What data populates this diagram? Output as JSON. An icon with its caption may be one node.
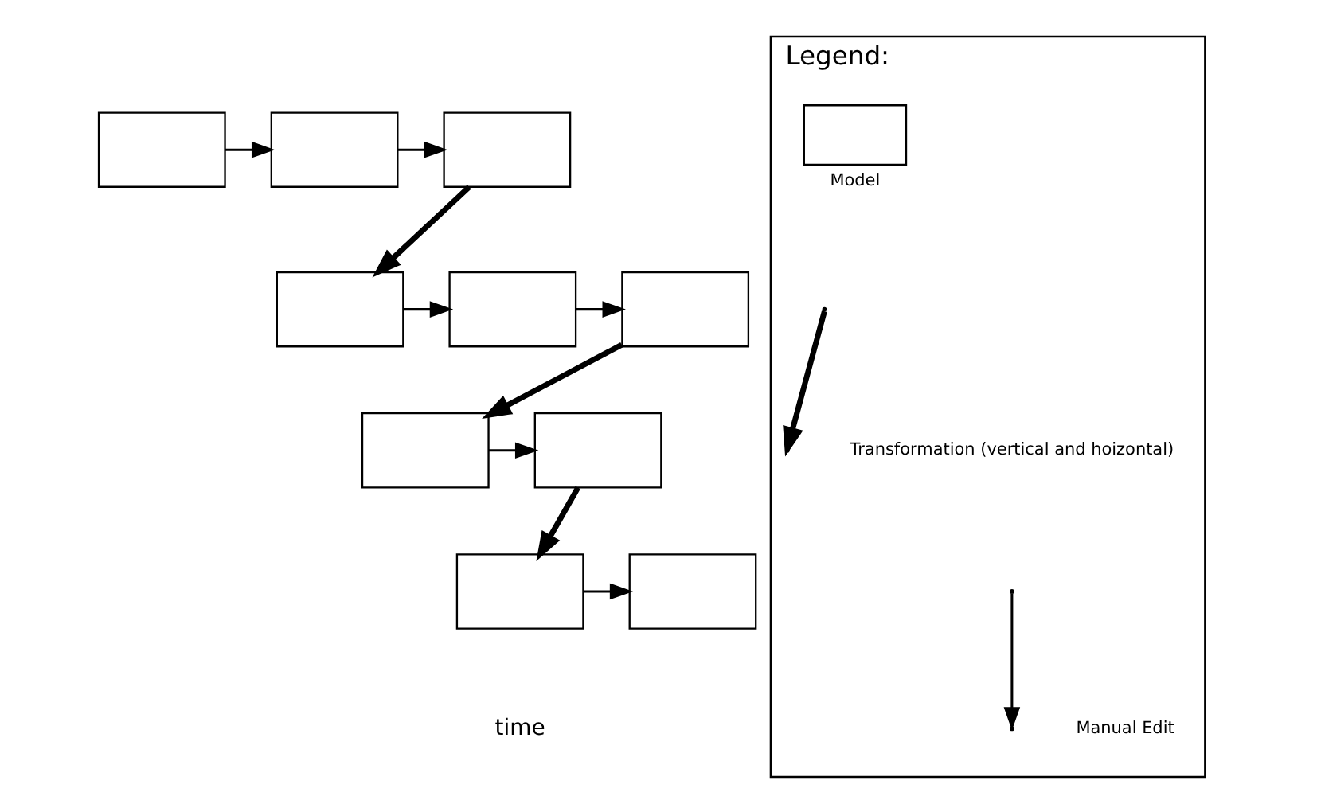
{
  "diagram": {
    "nodes": [
      {
        "text": [],
        "shape": "box"
      },
      {
        "text": [],
        "shape": "box"
      },
      {
        "text": [],
        "shape": "box"
      },
      {
        "text": [],
        "shape": "box"
      },
      {
        "text": [],
        "shape": "box"
      },
      {
        "text": [],
        "shape": "box"
      },
      {
        "text": [],
        "shape": "box"
      },
      {
        "text": [],
        "shape": "box"
      },
      {
        "text": [],
        "shape": "box"
      },
      {
        "text": [],
        "shape": "box"
      },
      {
        "text": [
          "Legend:"
        ]
      }
    ],
    "edges": [
      {
        "from": 0,
        "to": 1,
        "arrow": "to"
      },
      {
        "from": 1,
        "to": 2,
        "arrow": "to"
      },
      {
        "from": 2,
        "to": 3,
        "arrow": "to",
        "style": "thick"
      },
      {
        "from": 3,
        "to": 4,
        "arrow": "to"
      },
      {
        "from": 4,
        "to": 5,
        "arrow": "to"
      },
      {
        "from": 5,
        "to": 6,
        "arrow": "to",
        "style": "thick"
      },
      {
        "from": 6,
        "to": 7,
        "arrow": "to"
      },
      {
        "from": 7,
        "to": 8,
        "arrow": "to",
        "style": "thick"
      },
      {
        "from": 8,
        "to": 9,
        "arrow": "to"
      }
    ],
    "labels": [
      "time"
    ],
    "legend": [
      {
        "text": "Model"
      },
      {
        "text": "Transformation (vertical and hoizontal)"
      },
      {
        "text": "Manual Edit"
      }
    ]
  }
}
